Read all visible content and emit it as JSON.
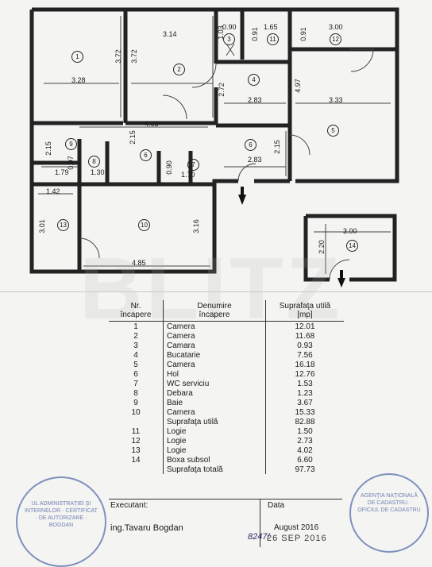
{
  "plan": {
    "rooms": [
      "1",
      "2",
      "3",
      "4",
      "5",
      "6",
      "7",
      "8",
      "9",
      "10",
      "11",
      "12",
      "13",
      "14"
    ],
    "dims": {
      "r1_w": "3.28",
      "r1_h": "3.72",
      "r2_w": "3.14",
      "r2_h": "3.72",
      "r3_w": "0.90",
      "r3_h": "1.03",
      "r11_w": "1.65",
      "r11_h": "0.91",
      "r12_w": "3.00",
      "r12_h": "0.91",
      "r4_w": "2.83",
      "r4_h": "2.72",
      "r5_w": "3.33",
      "r5_h": "4.97",
      "hall_w": "4.63",
      "hall_h": "2.15",
      "r6b_w": "2.83",
      "r6b_h": "2.15",
      "r9_w": "1.79",
      "r9_h": "2.15",
      "r8_w": "1.30",
      "r8_h": "0.97",
      "r7_w": "1.70",
      "r7_h": "0.90",
      "r13_w": "1.42",
      "r13_h": "3.01",
      "r10_w": "4.85",
      "r10_h": "3.16",
      "r14_w": "3.00",
      "r14_h": "2.20"
    }
  },
  "watermark": "BLITZ",
  "table": {
    "h1": "Nr.\nîncapere",
    "h2": "Denumire\nîncapere",
    "h3": "Suprafaţa utilă\n[mp]",
    "rows": [
      [
        "1",
        "Camera",
        "12.01"
      ],
      [
        "2",
        "Camera",
        "11.68"
      ],
      [
        "3",
        "Camara",
        "0.93"
      ],
      [
        "4",
        "Bucatarie",
        "7.56"
      ],
      [
        "5",
        "Camera",
        "16.18"
      ],
      [
        "6",
        "Hol",
        "12.76"
      ],
      [
        "7",
        "WC serviciu",
        "1.53"
      ],
      [
        "8",
        "Debara",
        "1.23"
      ],
      [
        "9",
        "Baie",
        "3.67"
      ],
      [
        "10",
        "Camera",
        "15.33"
      ],
      [
        "",
        "Suprafaţa utilă",
        "82.88"
      ],
      [
        "11",
        "Logie",
        "1.50"
      ],
      [
        "12",
        "Logie",
        "2.73"
      ],
      [
        "13",
        "Logie",
        "4.02"
      ],
      [
        "14",
        "Boxa subsol",
        "6.60"
      ],
      [
        "",
        "Suprafaţa totală",
        "97.73"
      ]
    ]
  },
  "exec": {
    "label": "Executant:",
    "data_label": "Data",
    "name": "ing.Tavaru Bogdan",
    "date": "August 2016"
  },
  "stamps": {
    "left": "UL ADMINISTRAŢIEI ŞI INTERNELOR · CERTIFICAT · DE AUTORIZARE · BOGDAN",
    "right": "AGENŢIA NAŢIONALĂ DE CADASTRU · OFICIUL DE CADASTRU"
  },
  "sign": "8247/",
  "dstamp": "26 SEP 2016"
}
